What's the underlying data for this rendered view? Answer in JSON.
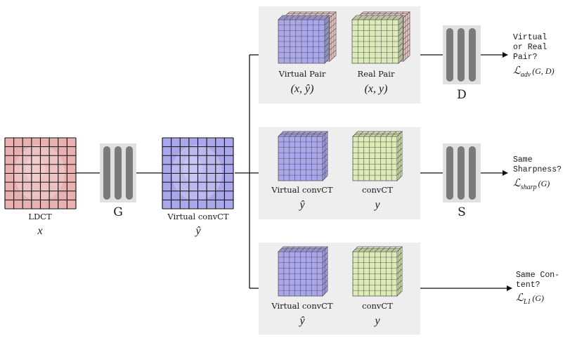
{
  "colors": {
    "ldct_fill": "#e7b1b1",
    "virtual_fill": "#a9a6e9",
    "green_fill": "#dcebb8",
    "pink_fill": "#efc8c8",
    "panel_bg": "#eeeeee",
    "net_block": "#7a7a7a"
  },
  "input": {
    "name": "LDCT",
    "symbol": "x"
  },
  "generator": {
    "name": "G"
  },
  "output": {
    "name": "Virtual convCT",
    "symbol": "ŷ"
  },
  "branches": [
    {
      "left_cube": {
        "label": "Virtual Pair",
        "symbol": "(x, ŷ)"
      },
      "right_cube": {
        "label": "Real Pair",
        "symbol": "(x, y)"
      },
      "network": "D",
      "question": [
        "Virtual",
        "or Real",
        "Pair?"
      ],
      "loss": {
        "name": "adv",
        "args": "(G, D)"
      }
    },
    {
      "left_cube": {
        "label": "Virtual convCT",
        "symbol": "ŷ"
      },
      "right_cube": {
        "label": "convCT",
        "symbol": "y"
      },
      "network": "S",
      "question": [
        "Same",
        "Sharpness?"
      ],
      "loss": {
        "name": "sharp",
        "args": "(G)"
      }
    },
    {
      "left_cube": {
        "label": "Virtual convCT",
        "symbol": "ŷ"
      },
      "right_cube": {
        "label": "convCT",
        "symbol": "y"
      },
      "network": "",
      "question": [
        "Same Con-",
        "tent?"
      ],
      "loss": {
        "name": "L1",
        "args": "(G)"
      }
    }
  ],
  "loss_symbol": "ℒ",
  "icons": [
    "grid-image",
    "network-block",
    "voxel-cube",
    "arrow-right"
  ]
}
